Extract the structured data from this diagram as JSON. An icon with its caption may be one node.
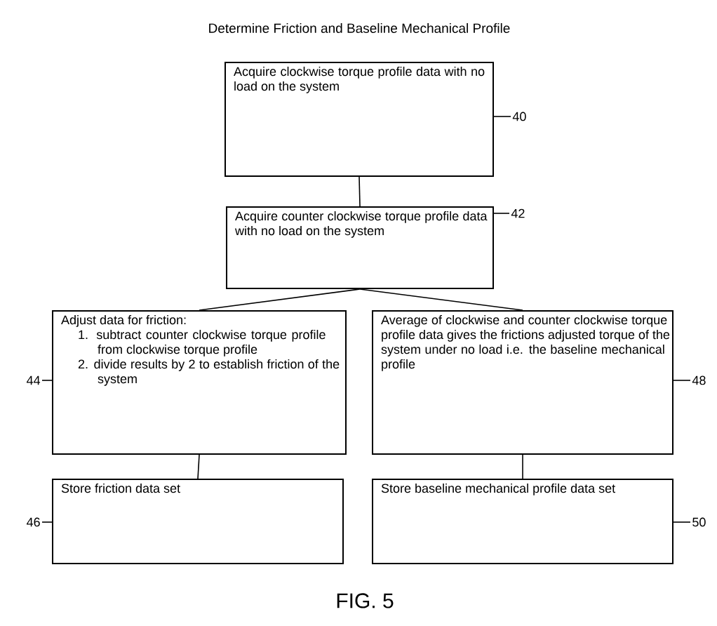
{
  "diagram": {
    "title": "Determine Friction and Baseline Mechanical Profile",
    "caption": "FIG. 5",
    "nodes": [
      {
        "text": [
          "Acquire clockwise torque profile data with no load on the system"
        ]
      },
      {
        "text": [
          "Acquire counter clockwise torque profile data with no load on the system"
        ]
      },
      {
        "text": [
          "Adjust data for friction:",
          "1. subtract counter clockwise torque profile from clockwise torque profile",
          "2. divide results by 2 to establish friction of the system"
        ]
      },
      {
        "text": [
          "Average of clockwise and counter clockwise torque profile data gives the frictions adjusted torque of the system under no load i.e. the baseline mechanical profile"
        ]
      },
      {
        "text": [
          "Store friction data set"
        ]
      },
      {
        "text": [
          "Store baseline mechanical profile data set"
        ]
      },
      {
        "text": [
          "40"
        ]
      },
      {
        "text": [
          "42"
        ]
      },
      {
        "text": [
          "44"
        ]
      },
      {
        "text": [
          "46"
        ]
      },
      {
        "text": [
          "48"
        ]
      },
      {
        "text": [
          "50"
        ]
      }
    ],
    "edges": [
      {
        "from": 0,
        "to": 1,
        "arrow": "none"
      },
      {
        "from": 1,
        "to": 2,
        "arrow": "none"
      },
      {
        "from": 1,
        "to": 3,
        "arrow": "none"
      },
      {
        "from": 2,
        "to": 4,
        "arrow": "none"
      },
      {
        "from": 3,
        "to": 5,
        "arrow": "none"
      },
      {
        "from": 6,
        "to": 0,
        "arrow": "none"
      },
      {
        "from": 7,
        "to": 1,
        "arrow": "none"
      },
      {
        "from": 8,
        "to": 2,
        "arrow": "none"
      },
      {
        "from": 9,
        "to": 4,
        "arrow": "none"
      },
      {
        "from": 10,
        "to": 3,
        "arrow": "none"
      },
      {
        "from": 11,
        "to": 5,
        "arrow": "none"
      }
    ]
  }
}
